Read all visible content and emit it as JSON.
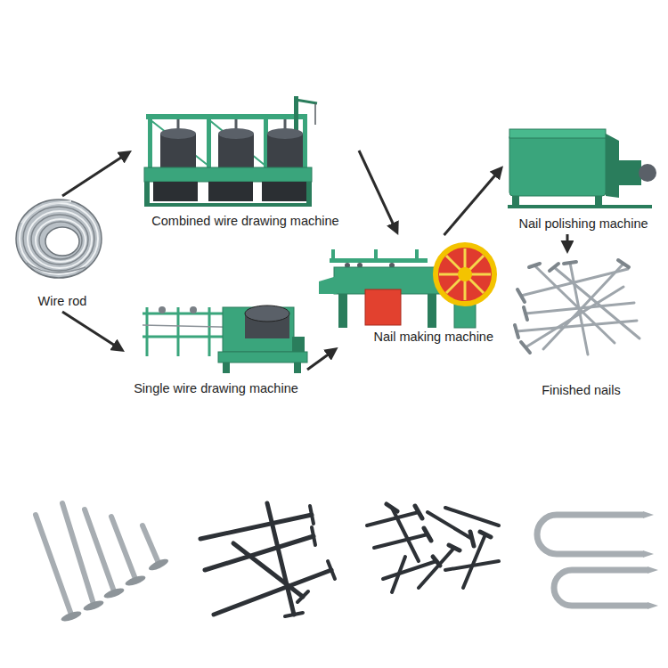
{
  "diagram": {
    "nodes": [
      {
        "text": [
          "Wire rod"
        ]
      },
      {
        "text": [
          "Combined wire drawing machine"
        ]
      },
      {
        "text": [
          "Single wire drawing machine"
        ]
      },
      {
        "text": [
          "Nail making machine"
        ]
      },
      {
        "text": [
          "Nail polishing machine"
        ]
      },
      {
        "text": [
          "Finished nails"
        ]
      }
    ],
    "edges": [
      {
        "from": 0,
        "to": 1,
        "arrow": "to"
      },
      {
        "from": 0,
        "to": 2,
        "arrow": "to"
      },
      {
        "from": 1,
        "to": 3,
        "arrow": "to"
      },
      {
        "from": 2,
        "to": 3,
        "arrow": "to"
      },
      {
        "from": 3,
        "to": 4,
        "arrow": "to"
      },
      {
        "from": 4,
        "to": 5,
        "arrow": "to"
      }
    ]
  }
}
